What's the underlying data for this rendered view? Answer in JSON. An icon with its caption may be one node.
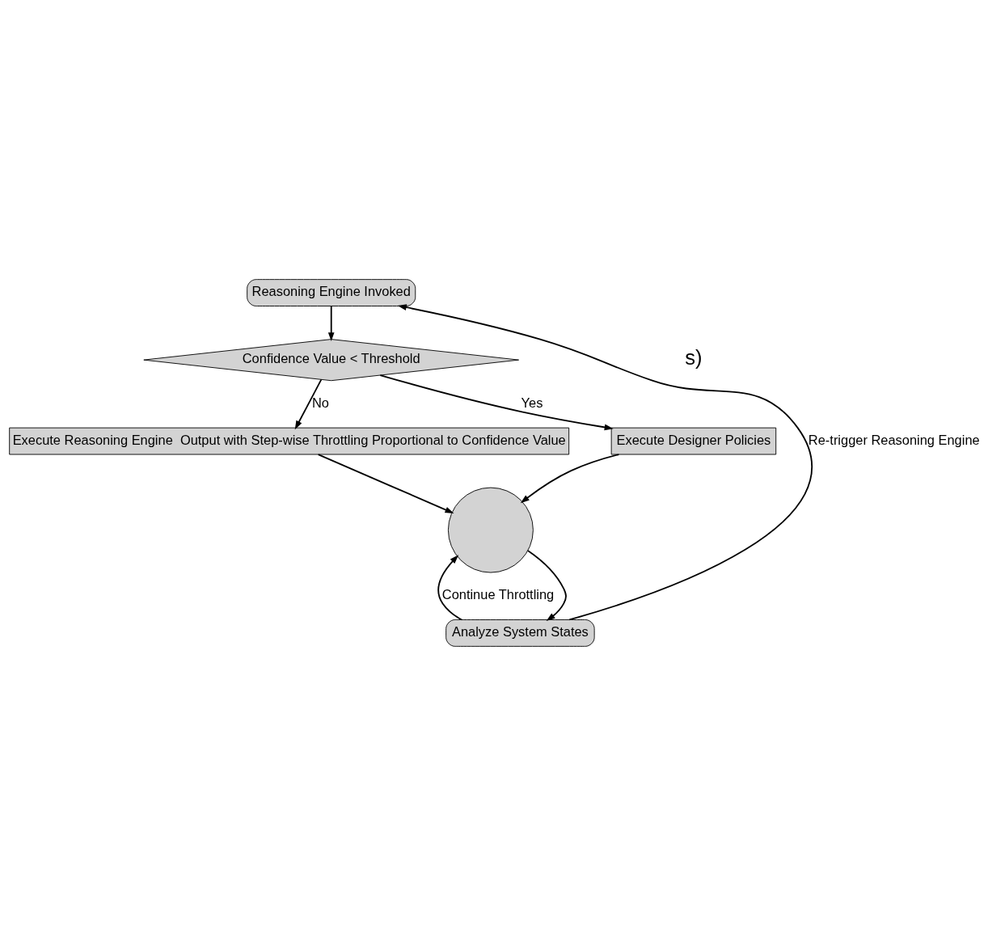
{
  "diagram": {
    "nodes": [
      {
        "text": [
          "Reasoning Engine Invoked"
        ]
      },
      {
        "text": [
          "Confidence Value < Threshold"
        ]
      },
      {
        "text": [
          "Execute Designer Policies"
        ]
      },
      {
        "text": [
          "Execute Reasoning Engine  Output with Step-wise Throttling Proportional to Confidence Value"
        ]
      },
      {
        "text": [],
        "shape": "circle"
      },
      {
        "text": [
          "Analyze System States"
        ]
      }
    ],
    "edges": [
      {
        "from": 0,
        "to": 1,
        "arrow": "to"
      },
      {
        "from": 1,
        "to": 2,
        "arrow": "to",
        "label": "Yes"
      },
      {
        "from": 1,
        "to": 3,
        "arrow": "to",
        "label": "No"
      },
      {
        "from": 2,
        "to": 4,
        "arrow": "to"
      },
      {
        "from": 3,
        "to": 4,
        "arrow": "to"
      },
      {
        "from": 4,
        "to": 5,
        "arrow": "to"
      },
      {
        "from": 5,
        "to": 4,
        "arrow": "to",
        "label": "Continue Throttling"
      },
      {
        "from": 5,
        "to": 0,
        "arrow": "to",
        "label": "Re-trigger Reasoning Engine"
      }
    ],
    "labels": [
      "s)"
    ]
  }
}
